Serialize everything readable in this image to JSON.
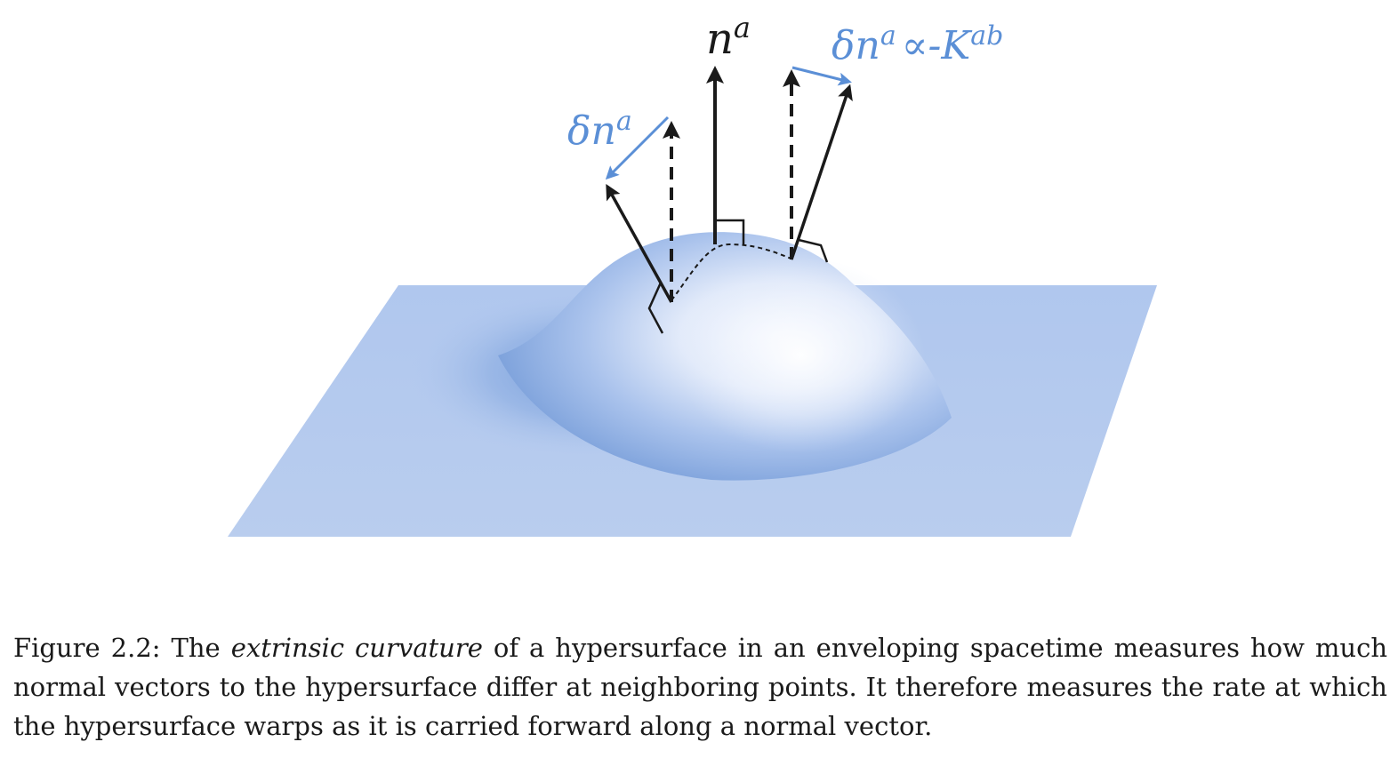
{
  "figure": {
    "labels": {
      "normal": {
        "base": "n",
        "sup": "a"
      },
      "delta_left": {
        "base": "δn",
        "sup": "a"
      },
      "delta_right": {
        "base": "δn",
        "sup": "a",
        "relation": "∝-K",
        "rel_sup": "ab"
      }
    },
    "colors": {
      "plane_light": "#b8cdef",
      "plane_dark": "#6f9ad8",
      "highlight": "#f6f8ff",
      "arrow": "#1a1a1a",
      "accent": "#5b8fd6"
    }
  },
  "caption": {
    "prefix": "Figure 2.2: The ",
    "emphasis": "extrinsic curvature",
    "rest": " of a hypersurface in an enveloping spacetime measures how much normal vectors to the hypersurface differ at neighboring points. It therefore measures the rate at which the hypersurface warps as it is carried forward along a normal vector."
  }
}
